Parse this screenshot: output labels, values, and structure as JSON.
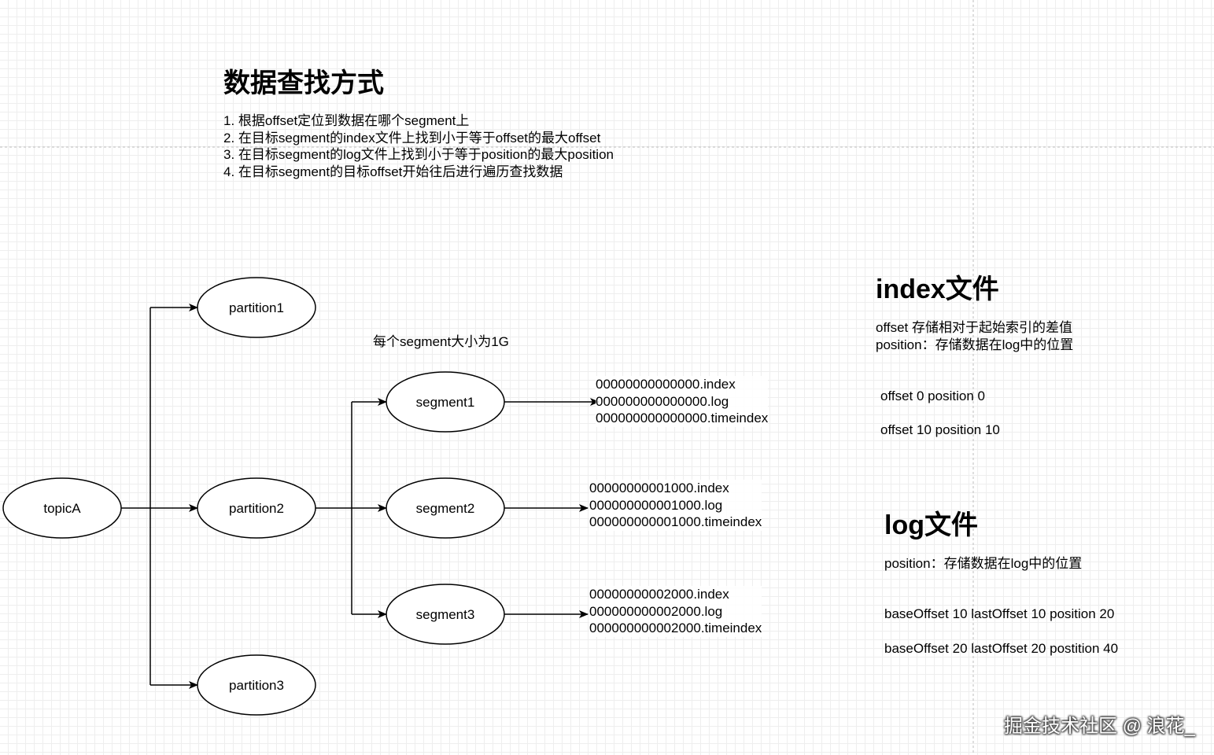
{
  "title": "数据查找方式",
  "steps": [
    "1. 根据offset定位到数据在哪个segment上",
    "2. 在目标segment的index文件上找到小于等于offset的最大offset",
    "3. 在目标segment的log文件上找到小于等于position的最大position",
    "4. 在目标segment的目标offset开始往后进行遍历查找数据"
  ],
  "nodes": {
    "topic": "topicA",
    "partition1": "partition1",
    "partition2": "partition2",
    "partition3": "partition3",
    "segment1": "segment1",
    "segment2": "segment2",
    "segment3": "segment3"
  },
  "segment_note": "每个segment大小为1G",
  "segment_files": [
    [
      "00000000000000.index",
      "000000000000000.log",
      "000000000000000.timeindex"
    ],
    [
      "00000000001000.index",
      "000000000001000.log",
      "000000000001000.timeindex"
    ],
    [
      "00000000002000.index",
      "000000000002000.log",
      "000000000002000.timeindex"
    ]
  ],
  "index_section": {
    "heading": "index文件",
    "desc": [
      "offset 存储相对于起始索引的差值",
      "position：存储数据在log中的位置"
    ],
    "entries": [
      "offset 0 position 0",
      "offset 10 position 10"
    ]
  },
  "log_section": {
    "heading": "log文件",
    "desc": "position：存储数据在log中的位置",
    "entries": [
      "baseOffset 10 lastOffset 10 position 20",
      "baseOffset 20 lastOffset 20 postition 40"
    ]
  },
  "watermark": "掘金技术社区 @ 浪花_"
}
